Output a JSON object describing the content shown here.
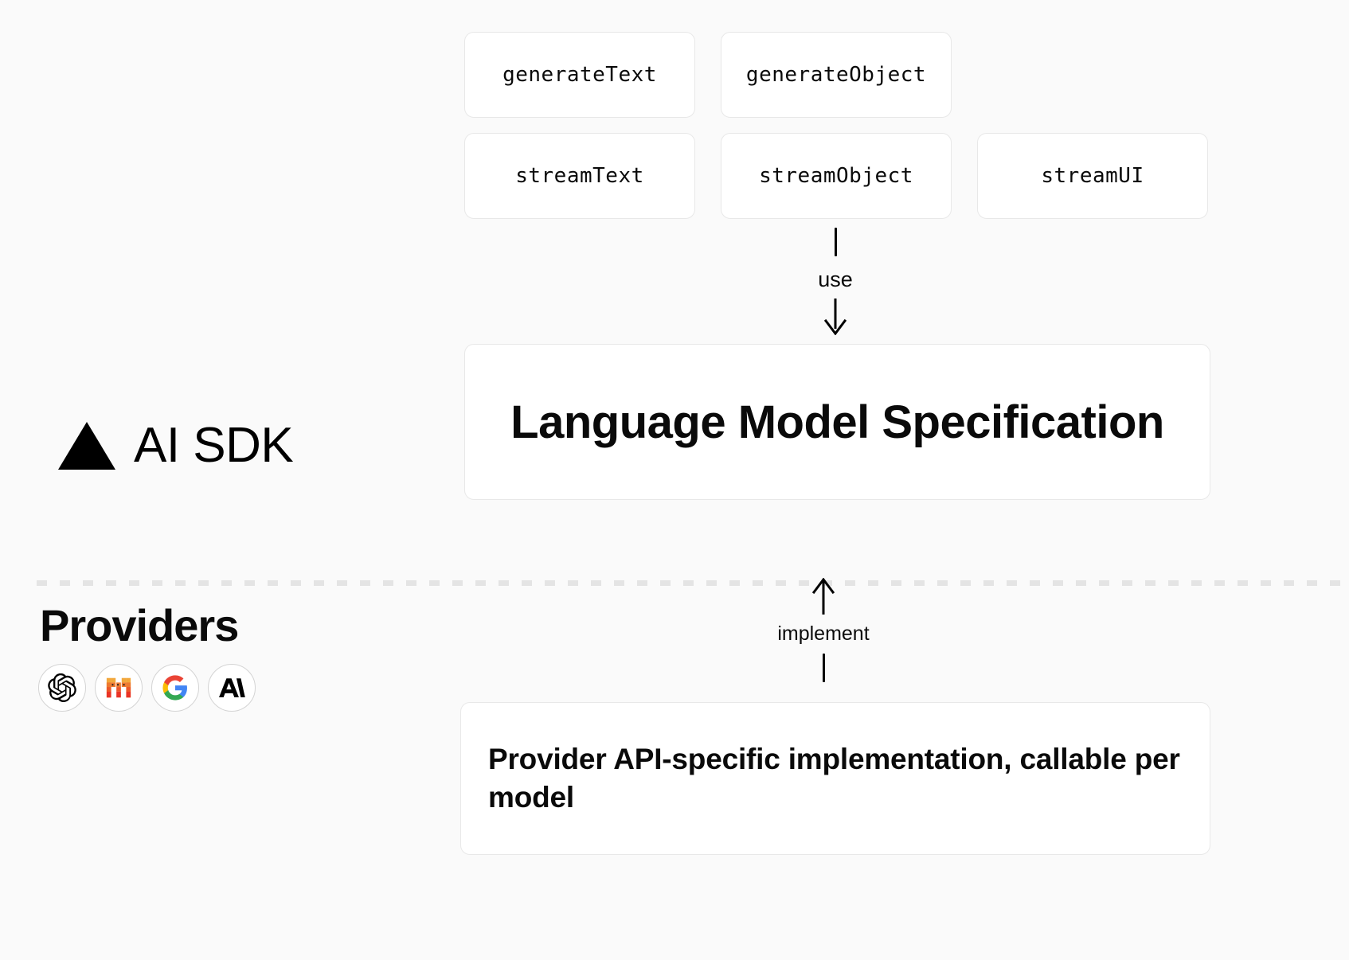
{
  "diagram": {
    "title": "AI SDK architecture",
    "background_color": "#fafafa",
    "card_background": "#ffffff",
    "card_border_color": "#e8e8e8",
    "divider_color": "#e4e4e4"
  },
  "api_functions": {
    "row1": [
      {
        "label": "generateText"
      },
      {
        "label": "generateObject"
      }
    ],
    "row2": [
      {
        "label": "streamText"
      },
      {
        "label": "streamObject"
      },
      {
        "label": "streamUI"
      }
    ]
  },
  "connectors": {
    "use": {
      "label": "use",
      "direction": "down"
    },
    "implement": {
      "label": "implement",
      "direction": "up"
    }
  },
  "spec_box": {
    "label": "Language Model Specification"
  },
  "implementation_box": {
    "label": "Provider API-specific implementation, callable per model"
  },
  "brand": {
    "logo_icon": "vercel-triangle-icon",
    "label": "AI SDK"
  },
  "providers": {
    "heading": "Providers",
    "items": [
      {
        "name": "OpenAI",
        "icon": "openai-logo-icon",
        "color": "#000000"
      },
      {
        "name": "Mistral",
        "icon": "mistral-logo-icon",
        "color": "#ff7000"
      },
      {
        "name": "Google",
        "icon": "google-logo-icon",
        "color": "#4285f4"
      },
      {
        "name": "Anthropic",
        "icon": "anthropic-logo-icon",
        "color": "#000000"
      }
    ]
  }
}
